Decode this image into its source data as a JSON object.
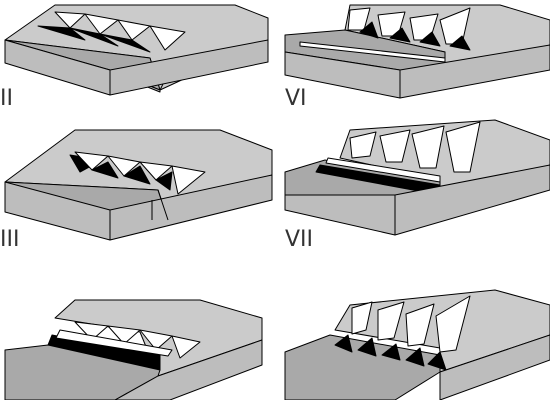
{
  "labels": {
    "panel_top_left": "II",
    "panel_top_right": "VI",
    "panel_middle_left": "III",
    "panel_middle_right": "VII"
  },
  "colors": {
    "slope_surface": "#cbcbcb",
    "flat_surface": "#a9a9a9",
    "block_side": "#bdbdbd",
    "facet_white": "#ffffff",
    "facet_black": "#000000",
    "outline": "#000000",
    "label_text": "#333333"
  }
}
